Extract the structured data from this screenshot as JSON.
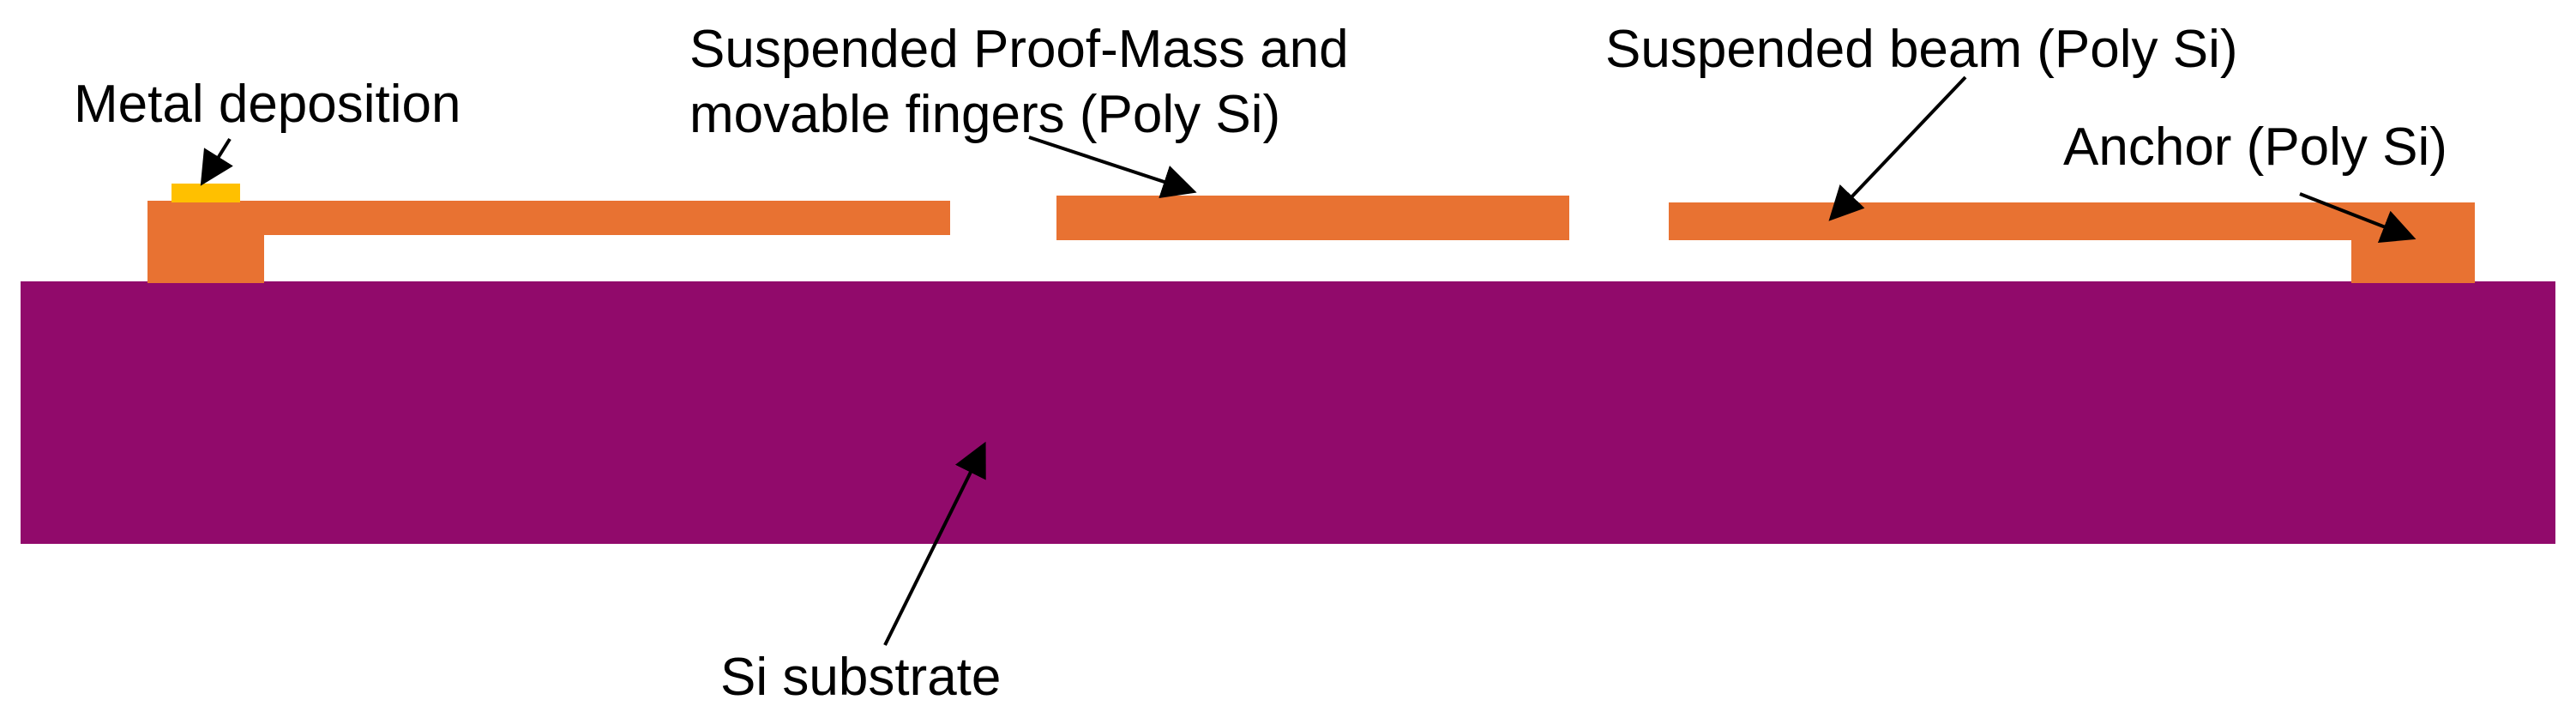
{
  "labels": {
    "metal_deposition": "Metal deposition",
    "proof_mass_line1": "Suspended Proof-Mass and",
    "proof_mass_line2": "movable fingers (Poly Si)",
    "suspended_beam": "Suspended beam (Poly Si)",
    "anchor": "Anchor (Poly Si)",
    "si_substrate": "Si substrate"
  },
  "colors": {
    "substrate": "#910A6B",
    "poly_si": "#E87232",
    "metal": "#FFC000",
    "arrow": "#000000",
    "background": "#FFFFFF"
  }
}
